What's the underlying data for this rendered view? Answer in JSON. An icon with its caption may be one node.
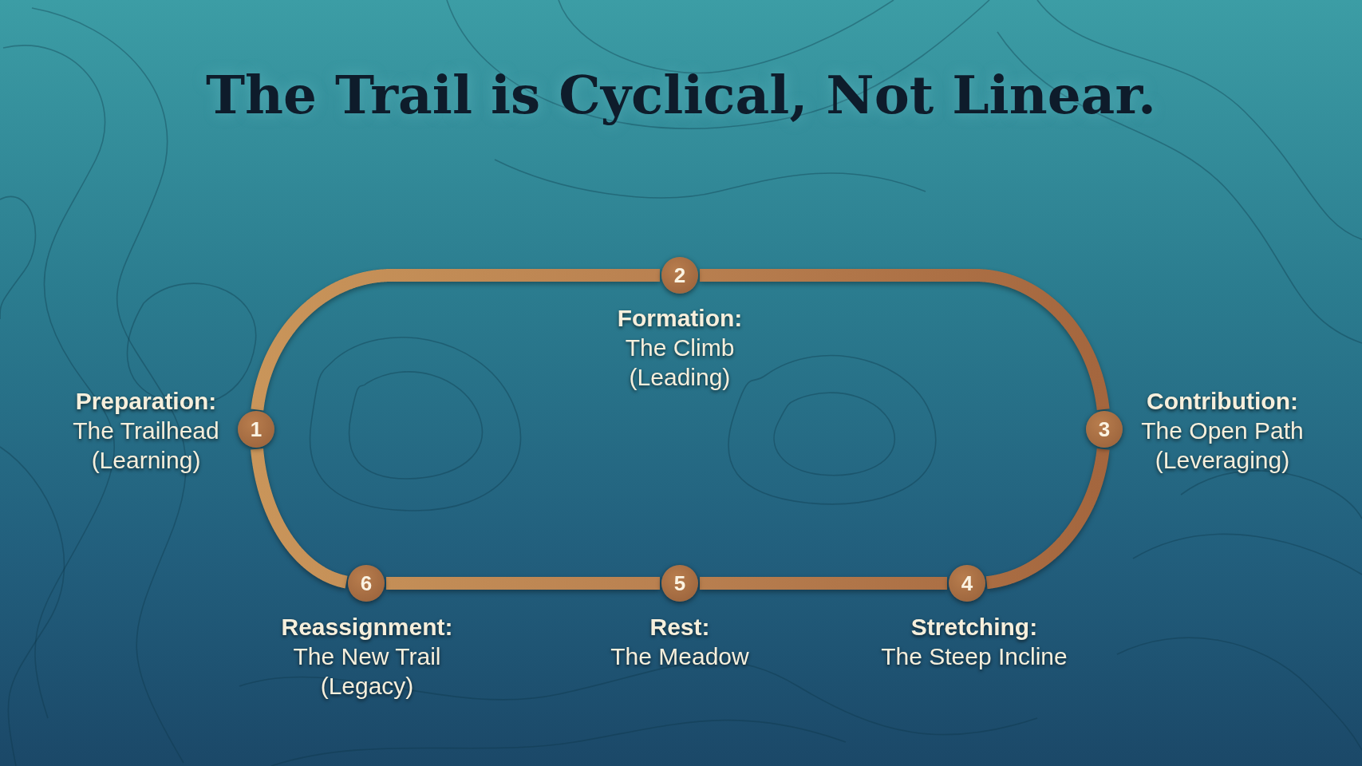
{
  "diagram": {
    "title": "The Trail is Cyclical, Not Linear.",
    "nodes": [
      {
        "text": [
          "1"
        ],
        "beside": [
          "Preparation:",
          "The Trailhead (Learning)"
        ]
      },
      {
        "text": [
          "2"
        ],
        "beside": [
          "Formation:",
          "The Climb (Leading)"
        ]
      },
      {
        "text": [
          "3"
        ],
        "beside": [
          "Contribution:",
          "The Open Path (Leveraging)"
        ]
      },
      {
        "text": [
          "4"
        ],
        "beside": [
          "Stretching:",
          "The Steep Incline"
        ]
      },
      {
        "text": [
          "5"
        ],
        "beside": [
          "Rest:",
          "The Meadow"
        ]
      },
      {
        "text": [
          "6"
        ],
        "beside": [
          "Reassignment:",
          "The New Trail (Legacy)"
        ]
      }
    ],
    "edges": [
      {
        "from": 0,
        "to": 1,
        "arrow": "none"
      },
      {
        "from": 1,
        "to": 2,
        "arrow": "none"
      },
      {
        "from": 2,
        "to": 3,
        "arrow": "none"
      },
      {
        "from": 3,
        "to": 4,
        "arrow": "none"
      },
      {
        "from": 4,
        "to": 5,
        "arrow": "none"
      },
      {
        "from": 5,
        "to": 0,
        "arrow": "none"
      }
    ]
  }
}
